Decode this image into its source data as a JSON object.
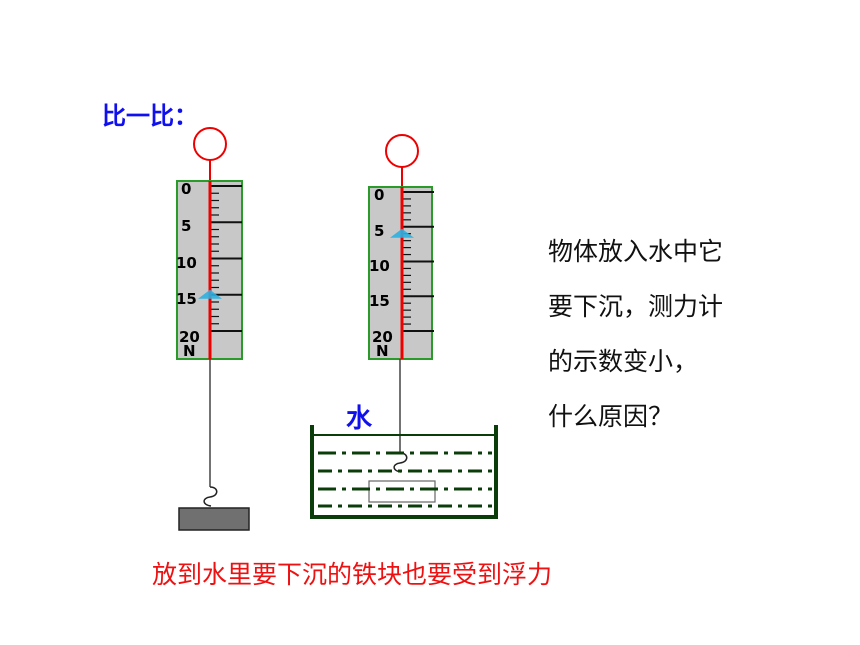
{
  "title": "比一比：",
  "water_label": "水",
  "question_lines": [
    "物体放入水中它",
    "要下沉，测力计",
    "的示数变小，",
    "什么原因？"
  ],
  "conclusion": "放到水里要下沉的铁块也要受到浮力",
  "scale": {
    "tick_labels": [
      "0",
      "5",
      "10",
      "15",
      "20"
    ],
    "unit": "N",
    "max": 20
  },
  "spring_scales": [
    {
      "name": "scale-in-air",
      "reading": 15
    },
    {
      "name": "scale-in-water",
      "reading": 6
    }
  ],
  "colors": {
    "title": "#1010ee",
    "conclusion": "#ee1111",
    "scale_body": "#c8c8c8",
    "scale_border": "#2a9a2a",
    "pointer_rod": "#ee0000",
    "water_lines": "#0b3d0b",
    "block": "#707070"
  }
}
